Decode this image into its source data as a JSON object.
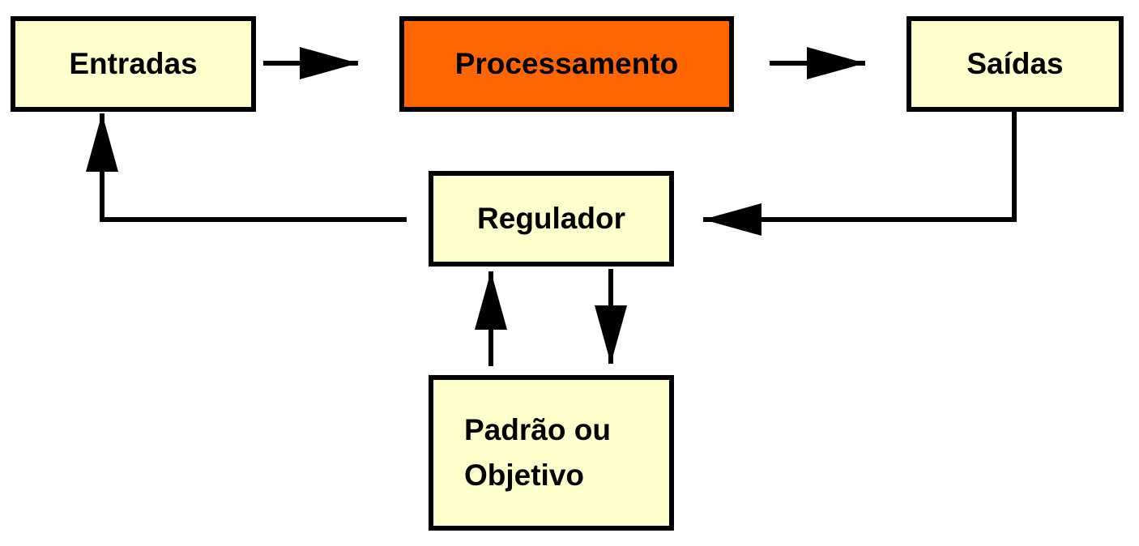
{
  "diagram": {
    "nodes": {
      "entradas": {
        "label": "Entradas",
        "fill": "#ffffcc"
      },
      "processamento": {
        "label": "Processamento",
        "fill": "#ff6600"
      },
      "saidas": {
        "label": "Saídas",
        "fill": "#ffffcc"
      },
      "regulador": {
        "label": "Regulador",
        "fill": "#ffffcc"
      },
      "padrao": {
        "label": "Padrão ou\nObjetivo",
        "fill": "#ffffcc"
      }
    },
    "edges": [
      {
        "from": "entradas",
        "to": "processamento"
      },
      {
        "from": "processamento",
        "to": "saidas"
      },
      {
        "from": "saidas",
        "to": "regulador"
      },
      {
        "from": "regulador",
        "to": "entradas"
      },
      {
        "from": "padrao",
        "to": "regulador"
      },
      {
        "from": "regulador",
        "to": "padrao"
      }
    ],
    "line_color": "#000000"
  }
}
